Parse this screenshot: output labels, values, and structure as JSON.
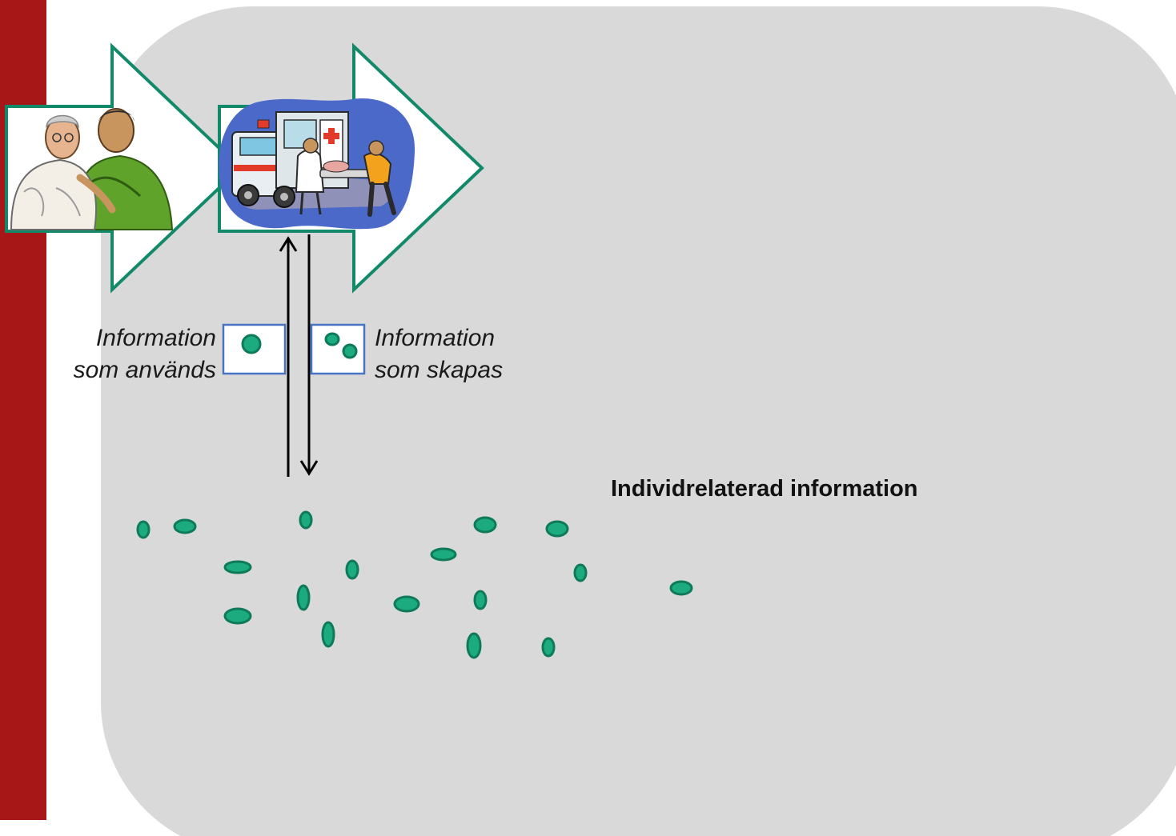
{
  "labels": {
    "information_used_line1": "Information",
    "information_used_line2": "som används",
    "information_created_line1": "Information",
    "information_created_line2": "som skapas",
    "individual_information": "Individrelaterad information"
  },
  "icons": {
    "caregiver_clipart": "elderly-man-with-helper-illustration",
    "ambulance_clipart": "ambulance-with-paramedics-illustration",
    "info_token": "green-oval-token"
  },
  "colors": {
    "side_bar": "#a81717",
    "panel": "#d9d9d9",
    "arrow_stroke": "#128a6a",
    "token_fill": "#1bab7f",
    "token_stroke": "#0e7a5a",
    "box_stroke": "#4b73c4",
    "splash": "#4a69c9"
  }
}
